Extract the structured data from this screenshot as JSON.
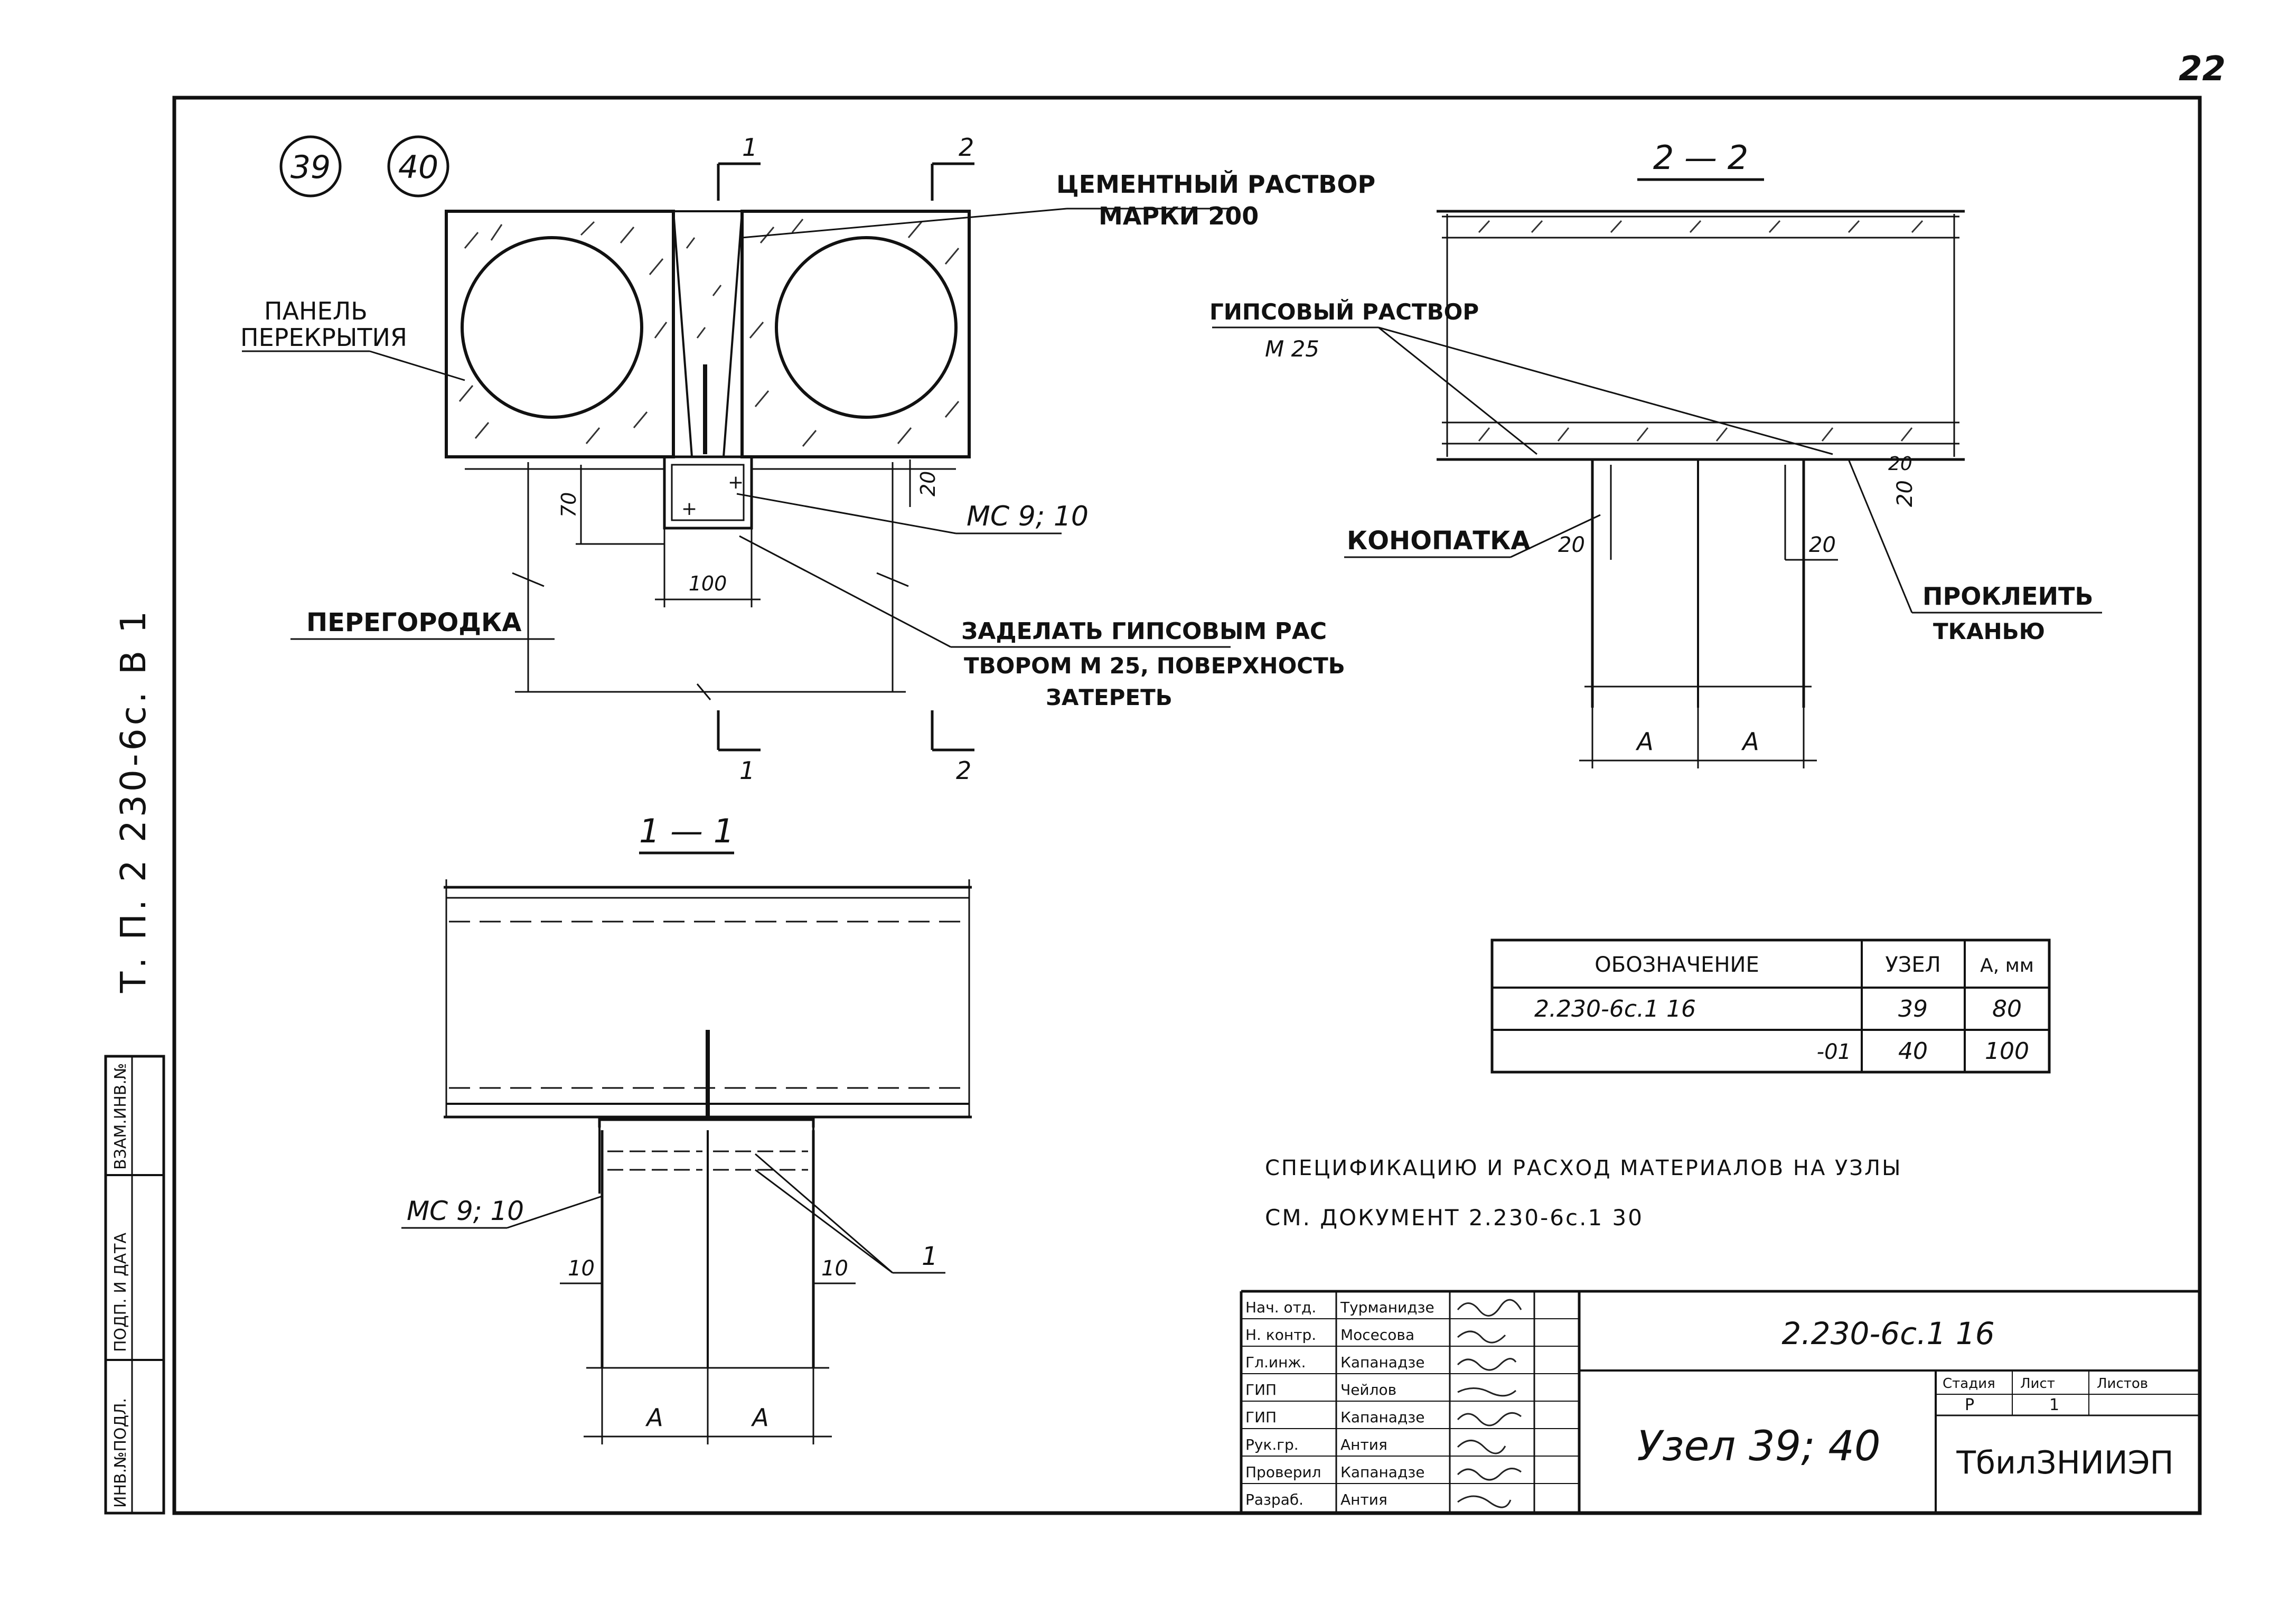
{
  "sheet": {
    "page_number": "22",
    "side_label": "Т. П.   2 230-6с.   В 1",
    "node_circle_a": "39",
    "node_circle_b": "40"
  },
  "strip": {
    "inv_podl": "ИНВ.№ПОДЛ.",
    "podp_data": "ПОДП. И ДАТА",
    "vzam_inv": "ВЗАМ.ИНВ.№"
  },
  "main_detail": {
    "section_mark_1": "1",
    "section_mark_2": "2",
    "label_cement": "ЦЕМЕНТНЫЙ РАСТВОР",
    "label_cement_2": "МАРКИ 200",
    "label_panel": "ПАНЕЛЬ",
    "label_panel_2": "ПЕРЕКРЫТИЯ",
    "label_partition": "ПЕРЕГОРОДКА",
    "label_ms": "МС 9; 10",
    "label_fill_1": "ЗАДЕЛАТЬ ГИПСОВЫМ РАС",
    "label_fill_2": "ТВОРОМ М 25, ПОВЕРХНОСТЬ",
    "label_fill_3": "ЗАТЕРЕТЬ",
    "dim_20": "20",
    "dim_70": "70",
    "dim_100": "100"
  },
  "section_2_2": {
    "title": "2 — 2",
    "label_gypsum_1": "ГИПСОВЫЙ РАСТВОР",
    "label_gypsum_2": "М 25",
    "label_konopatka": "КОНОПАТКА",
    "label_prokleit_1": "ПРОКЛЕИТЬ",
    "label_prokleit_2": "ТКАНЬЮ",
    "dim_20_left": "20",
    "dim_20_right": "20",
    "dim_20_vert": "20",
    "dim_20_top": "20",
    "dim_a1": "А",
    "dim_a2": "А"
  },
  "section_1_1": {
    "title": "1 — 1",
    "label_ms": "МС 9; 10",
    "label_one": "1",
    "dim_10_left": "10",
    "dim_10_right": "10",
    "dim_a1": "А",
    "dim_a2": "А"
  },
  "table": {
    "headers": [
      "ОБОЗНАЧЕНИЕ",
      "УЗЕЛ",
      "А, мм"
    ],
    "rows": [
      [
        "2.230-6с.1 16",
        "39",
        "80"
      ],
      [
        "-01",
        "40",
        "100"
      ]
    ]
  },
  "note": {
    "line1": "СПЕЦИФИКАЦИЮ И РАСХОД МАТЕРИАЛОВ НА УЗЛЫ",
    "line2": "СМ. ДОКУМЕНТ  2.230-6с.1 30"
  },
  "title_block": {
    "roles": [
      "Нач. отд.",
      "Н. контр.",
      "Гл.инж.",
      "ГИП",
      "ГИП",
      "Рук.гр.",
      "Проверил",
      "Разраб."
    ],
    "names": [
      "Турманидзе",
      "Мосесова",
      "Капанадзе",
      "Чейлов",
      "Капанадзе",
      "Антия",
      "Капанадзе",
      "Антия"
    ],
    "document_code": "2.230-6с.1 16",
    "drawing_title": "Узел 39; 40",
    "stage_label": "Стадия",
    "sheet_label": "Лист",
    "sheets_label": "Листов",
    "stage_value": "Р",
    "sheet_value": "1",
    "organization": "ТбилЗНИИЭП"
  }
}
